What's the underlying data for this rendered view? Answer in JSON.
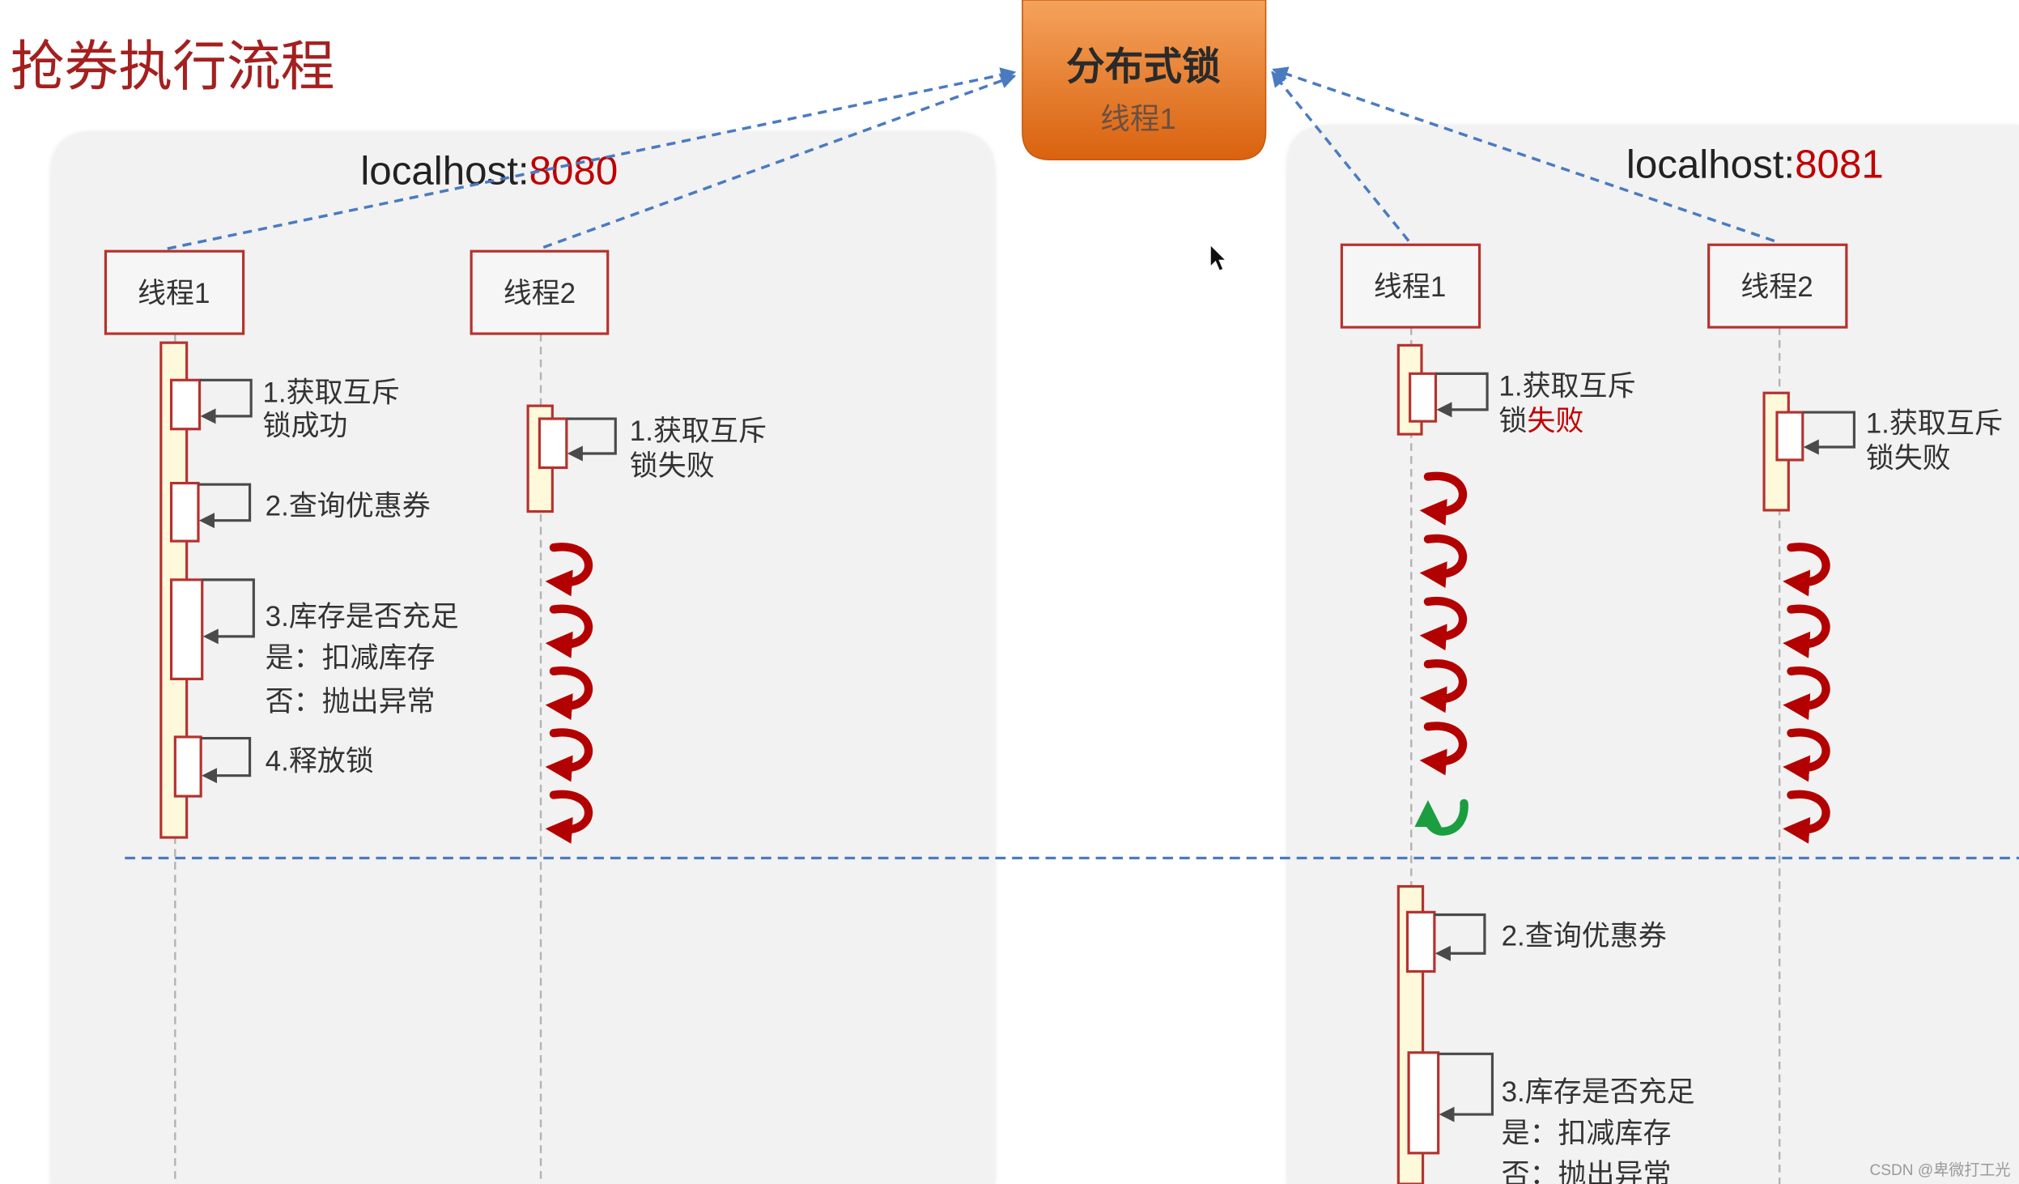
{
  "title": "抢券执行流程",
  "lock": {
    "label": "分布式锁",
    "holder": "线程1"
  },
  "left_server": {
    "host": "localhost:",
    "port": "8080",
    "thread1": {
      "label": "线程1",
      "steps": [
        {
          "lines": [
            "1.获取互斥",
            "锁成功"
          ]
        },
        {
          "lines": [
            "2.查询优惠券"
          ]
        },
        {
          "lines": [
            "3.库存是否充足",
            "是：扣减库存",
            "否：抛出异常"
          ]
        },
        {
          "lines": [
            "4.释放锁"
          ]
        }
      ]
    },
    "thread2": {
      "label": "线程2",
      "steps": [
        {
          "lines": [
            "1.获取互斥",
            "锁失败"
          ]
        }
      ],
      "retries": 5
    }
  },
  "right_server": {
    "host": "localhost:",
    "port": "8081",
    "thread1": {
      "label": "线程1",
      "steps": [
        {
          "lines": [
            "1.获取互斥",
            "锁"
          ],
          "highlight": "失败"
        }
      ],
      "retries": 5,
      "acquired_after_retry": true,
      "steps_after_lock": [
        {
          "lines": [
            "2.查询优惠券"
          ]
        },
        {
          "lines": [
            "3.库存是否充足",
            "是：扣减库存",
            "否：抛出异常"
          ]
        }
      ]
    },
    "thread2": {
      "label": "线程2",
      "steps": [
        {
          "lines": [
            "1.获取互斥",
            "锁失败"
          ]
        }
      ],
      "retries": 5
    }
  },
  "watermark": "CSDN @卑微打工光",
  "icons": {
    "retry": "curved-retry-arrow-icon",
    "acquired": "curved-success-arrow-icon",
    "cursor": "mouse-cursor-icon"
  },
  "colors": {
    "title_red": "#a3201f",
    "highlight_red": "#c00000",
    "box_red": "#b5322e",
    "retry_red": "#b30000",
    "success_green": "#1a9e3f",
    "link_blue": "#4a7bc0",
    "lock_top": "#f5a25c",
    "lock_bottom": "#d9620f",
    "panel_gray": "#f2f2f2"
  }
}
